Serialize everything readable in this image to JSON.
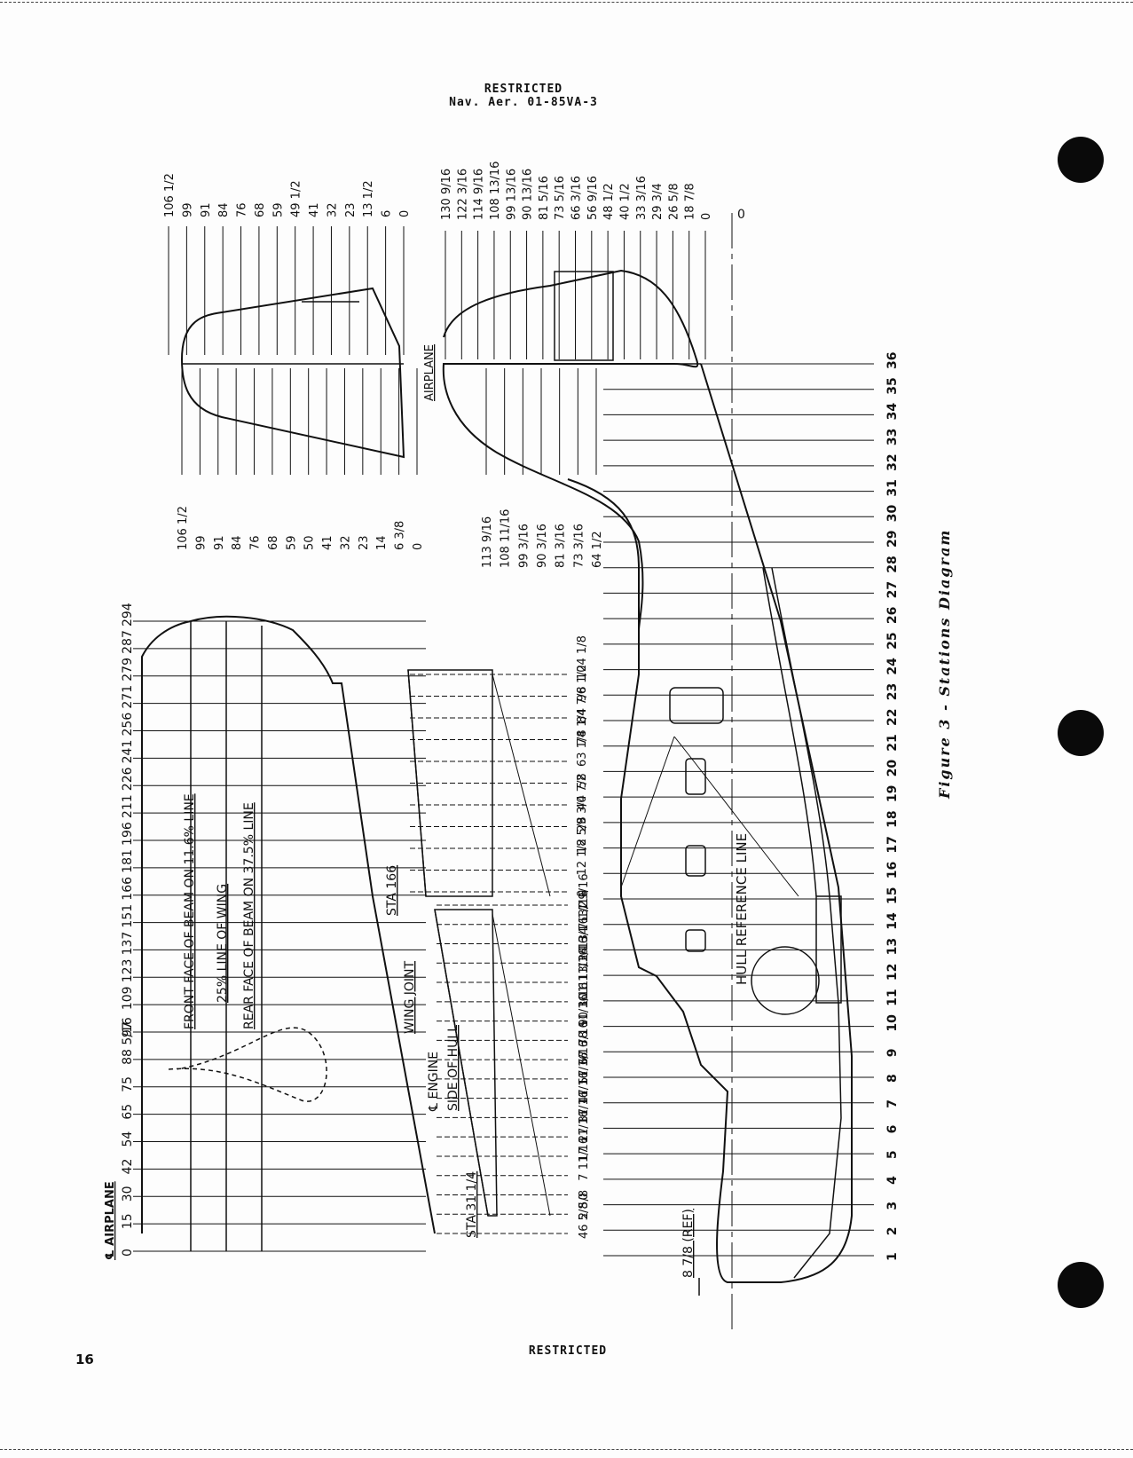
{
  "header": {
    "classification": "RESTRICTED",
    "document_number": "Nav. Aer. 01-85VA-3"
  },
  "footer": {
    "classification": "RESTRICTED",
    "page_number": "16"
  },
  "caption": "Figure 3 - Stations Diagram",
  "tail_horizontal_stations": [
    "130 9/16",
    "122 3/16",
    "114 9/16",
    "108 13/16",
    "99 13/16",
    "90 13/16",
    "81 5/16",
    "73 5/16",
    "66 3/16",
    "56 9/16",
    "48 1/2",
    "40 1/2",
    "33 3/16",
    "29 3/4",
    "26 5/8",
    "18 7/8",
    "0"
  ],
  "tail_vertical_stations": [
    "106 1/2",
    "99",
    "91",
    "84",
    "76",
    "68",
    "59",
    "49 1/2",
    "41",
    "32",
    "23",
    "13 1/2",
    "6",
    "0"
  ],
  "tail_vertical_stations_lower": [
    "106 1/2",
    "99",
    "91",
    "84",
    "76",
    "68",
    "59",
    "50",
    "41",
    "32",
    "23",
    "14",
    "6 3/8",
    "0"
  ],
  "tail_horizontal_stations_lower": [
    "113 9/16",
    "108 11/16",
    "99 3/16",
    "90 3/16",
    "81 3/16",
    "73 3/16",
    "64 1/2"
  ],
  "hull_stations": [
    "36",
    "35",
    "34",
    "33",
    "32",
    "31",
    "30",
    "29",
    "28",
    "27",
    "26",
    "25",
    "24",
    "23",
    "22",
    "21",
    "20",
    "19",
    "18",
    "17",
    "16",
    "15",
    "14",
    "13",
    "12",
    "11",
    "10",
    "9",
    "8",
    "7",
    "6",
    "5",
    "4",
    "3",
    "2",
    "1"
  ],
  "wing_stations": [
    "294",
    "287",
    "279",
    "271",
    "256",
    "241",
    "226",
    "211",
    "196",
    "181",
    "166",
    "151",
    "137",
    "123",
    "109",
    "97",
    "88 5/16",
    "75",
    "65",
    "54",
    "42",
    "30",
    "15",
    "0"
  ],
  "aileron_stations": [
    "104 1/8",
    "96 1/2",
    "84 7/8",
    "74 1/4",
    "63 1/8",
    "52",
    "40 7/8",
    "29 3/4",
    "18 5/8",
    "12 1/2",
    "0"
  ],
  "flap_stations": [
    "1 9/16",
    "7 1/2",
    "134 13/16",
    "124 3/16",
    "113 3/16",
    "101 11/16",
    "90 3/16",
    "78 11/16",
    "67 3/16",
    "57 3/16",
    "47 11/16",
    "37 11/16",
    "27 11/16",
    "17 11/16",
    "7 11/16",
    "0",
    "2 5/8",
    "46 5/8"
  ],
  "labels": {
    "airplane_centerline": "℄ AIRPLANE",
    "airplane_tail": "AIRPLANE",
    "front_face": "FRONT FACE OF BEAM ON 11.6% LINE",
    "quarter_line": "25% LINE OF WING",
    "rear_face": "REAR FACE OF BEAM ON 37.5% LINE",
    "wing_joint": "WING JOINT",
    "engine": "℄ ENGINE",
    "side_of_hull": "SIDE OF HULL",
    "sta_166": "STA 166",
    "sta_31": "STA 31 1/4",
    "hull_ref": "HULL REFERENCE LINE",
    "ref_dim": "8 7/8 (REF)",
    "ref_zero": "0"
  }
}
